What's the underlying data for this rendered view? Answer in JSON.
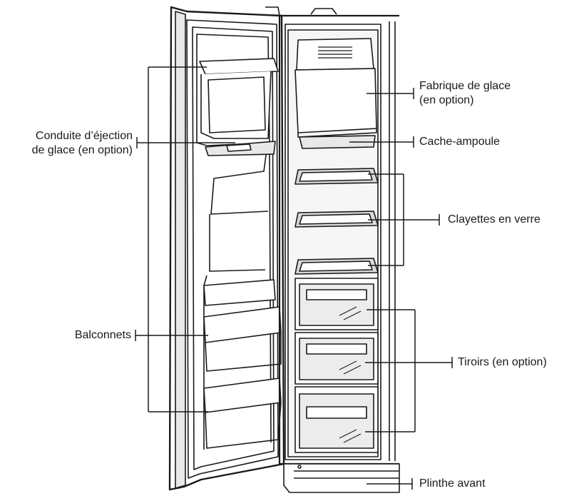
{
  "labels": {
    "ice_maker": {
      "line1": "Fabrique de glace",
      "line2": "(en option)"
    },
    "ice_chute": {
      "line1": "Conduite d’éjection",
      "line2": "de glace (en option)"
    },
    "lamp_cover": "Cache-ampoule",
    "glass_shelves": "Clayettes en verre",
    "door_bins": "Balconnets",
    "drawers": "Tiroirs (en option)",
    "toe_grille": "Plinthe avant"
  },
  "colors": {
    "line": "#1a1a1a",
    "fill": "#ffffff",
    "shade": "#e8e8e8",
    "glass": "#d9d9d9"
  }
}
